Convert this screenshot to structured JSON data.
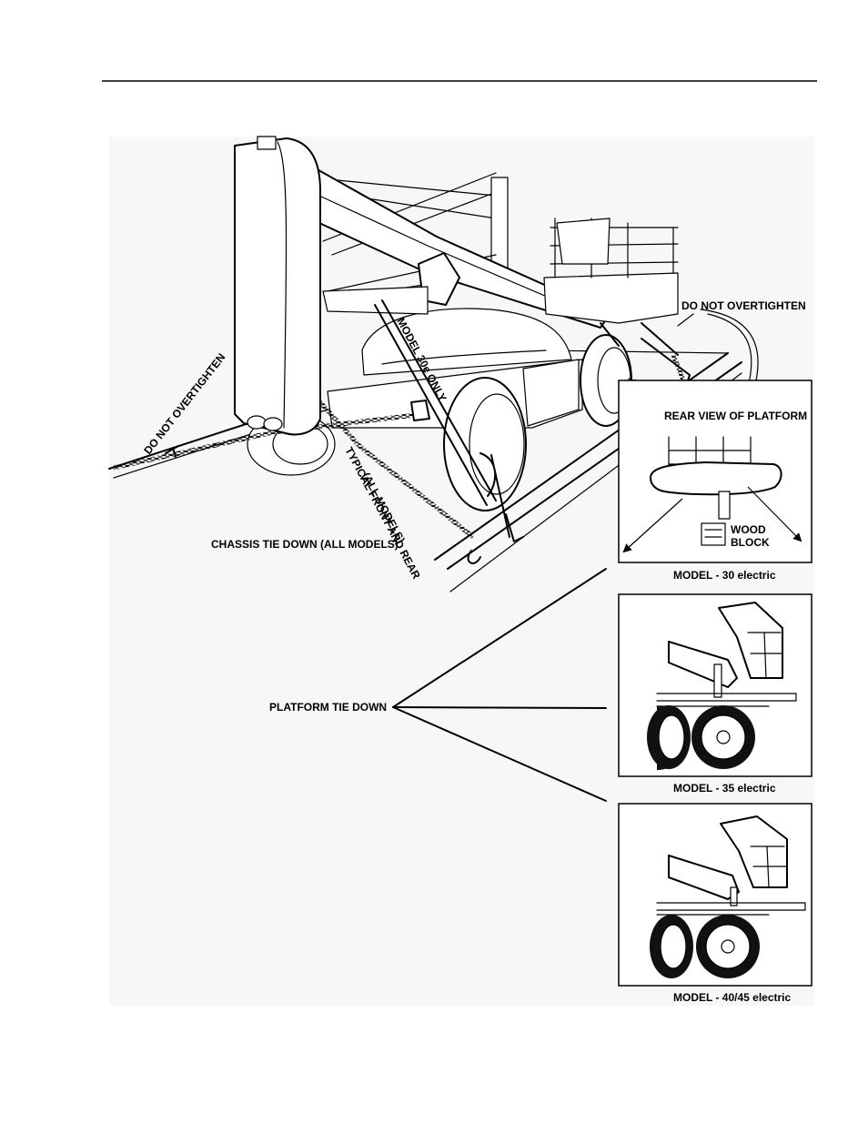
{
  "labels": {
    "do_not_overtighten_left": "DO NOT OVERTIGHTEN",
    "do_not_overtighten_right": "DO NOT OVERTIGHTEN",
    "model_30e_only": "MODEL 30e ONLY",
    "typical_front_rear": "TYPICAL FRONT AND REAR",
    "all_models_paren": "(ALL MODELS)",
    "chassis_tie_down": "CHASSIS TIE DOWN (ALL MODELS)",
    "rear_view_platform": "REAR VIEW OF PLATFORM",
    "wood": "WOOD",
    "block": "BLOCK",
    "model_30": "MODEL - 30 electric",
    "platform_tie_down": "PLATFORM TIE DOWN",
    "model_35": "MODEL - 35 electric",
    "model_4045": "MODEL - 40/45 electric"
  },
  "icons": [
    "chain-icon",
    "tire-icon",
    "wheel-icon",
    "platform-basket-icon",
    "wood-block-icon",
    "arrow-icon"
  ]
}
